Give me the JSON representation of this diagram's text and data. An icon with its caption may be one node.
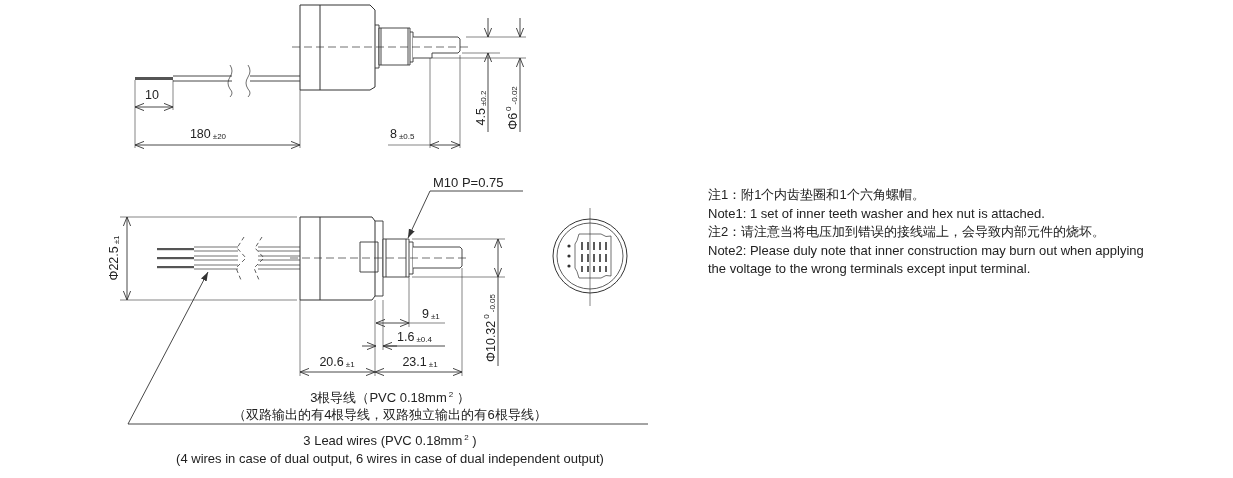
{
  "diagram": {
    "nodes": [
      {
        "text": [
          "M10 P=0.75"
        ]
      },
      {
        "text": [
          "3根导线（PVC 0.18mm$^{2}$ ）",
          "（双路输出的有4根导线，双路独立输出的有6根导线）",
          "3 Lead wires (PVC 0.18mm$^{2}$ )",
          "(4 wires in case of dual output, 6 wires in case of dual independent output)"
        ]
      }
    ],
    "edges": [
      {
        "from": 0,
        "to": null,
        "arrow": "to"
      },
      {
        "from": 1,
        "to": null,
        "arrow": "to"
      }
    ],
    "labels": [
      "10",
      "4.5$_{±0.2}$",
      "Φ6$^{0}$$_{-0.02}$",
      "180$_{±20}$",
      "8$_{±0.5}$",
      "Φ22.5$_{±1}$",
      "9$_{±1}$",
      "1.6$_{±0.4}$",
      "Φ10.32$^{0}$$_{-0.05}$",
      "20.6$_{±1}$",
      "23.1$_{±1}$",
      "注1：附1个内齿垫圈和1个六角螺帽。",
      "Note1: 1 set of inner teeth washer and hex nut is attached.",
      "注2：请注意当将电压加到错误的接线端上，会导致内部元件的烧坏。",
      "Note2: Please duly note that inner construction may burn out when applying the voltage to the wrong terminals except input terminal."
    ]
  }
}
